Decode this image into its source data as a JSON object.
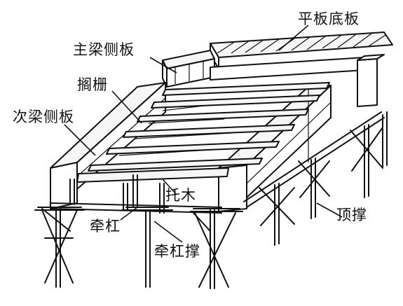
{
  "labels": {
    "slab_bottom_form": "平板底板",
    "main_beam_side_form": "主梁侧板",
    "joist_grid": "搁栅",
    "secondary_beam_side_form": "次梁侧板",
    "support_block": "托木",
    "stringer": "牵杠",
    "stringer_prop": "牵杠撑",
    "top_prop": "顶撑"
  },
  "icons": {
    "slab": "plank-deck",
    "beam": "beam-box",
    "prop": "timber-post"
  }
}
